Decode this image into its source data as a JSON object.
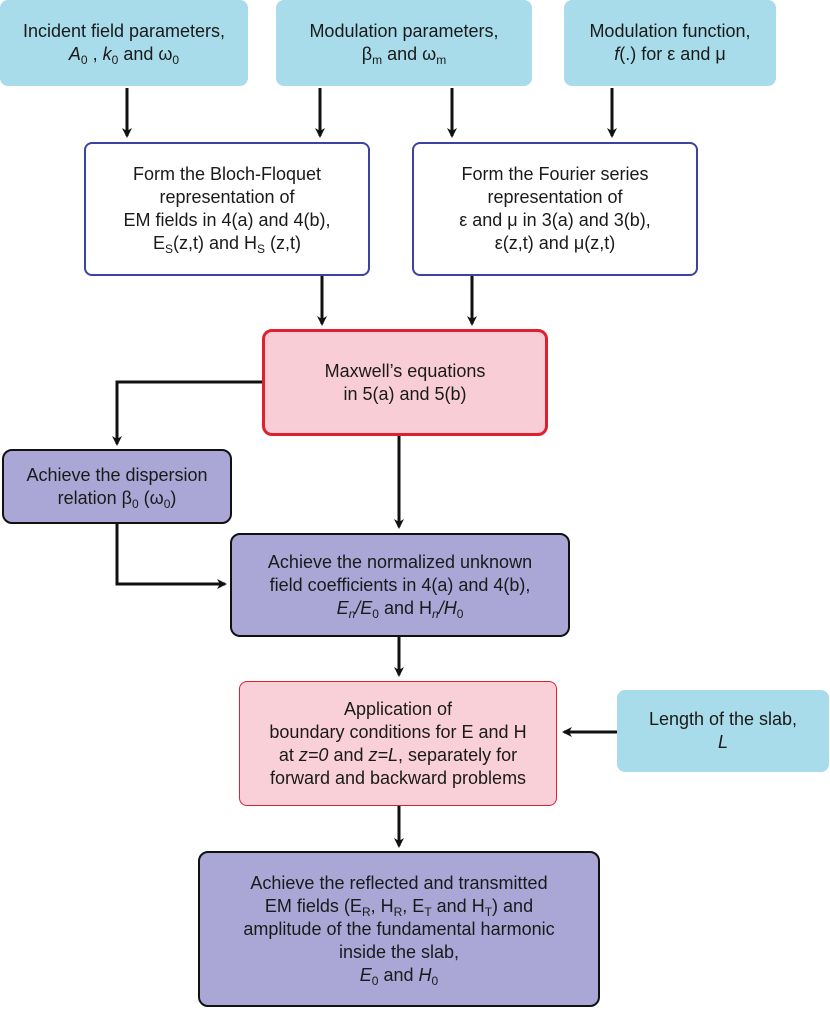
{
  "boxes": {
    "incident": {
      "line1": "Incident field parameters,",
      "a": "A",
      "sub0a": "0",
      "k": "k",
      "sub0b": "0",
      "and": " and ω",
      "sub0c": "0"
    },
    "modulation_params": {
      "line1": "Modulation parameters,",
      "beta": "β",
      "sub_m1": "m",
      "and": " and ω",
      "sub_m2": "m"
    },
    "modulation_function": {
      "line1": "Modulation function,",
      "f": "f",
      "rest": "(.) for ε and μ"
    },
    "bloch": {
      "line1": "Form the Bloch-Floquet",
      "line2": "representation of",
      "line3": "EM fields in 4(a) and 4(b),",
      "e": "E",
      "subS1": "S",
      "mid": "(z,t) and H",
      "subS2": "S",
      "end": " (z,t)"
    },
    "fourier": {
      "line1": "Form the Fourier series",
      "line2": "representation of",
      "line3": "ε and μ in 3(a) and 3(b),",
      "line4": "ε(z,t) and μ(z,t)"
    },
    "maxwell": {
      "line1": "Maxwell’s equations",
      "line2": "in 5(a) and 5(b)"
    },
    "dispersion": {
      "line1": "Achieve the dispersion",
      "rel": "relation β",
      "sub0a": "0",
      "mid": " (ω",
      "sub0b": "0",
      "end": ")"
    },
    "normalized": {
      "line1": "Achieve the normalized unknown",
      "line2": "field coefficients in 4(a) and 4(b),",
      "en": "E",
      "subn1": "n",
      "slash1": "/E",
      "sub01": "0",
      "and": " and H",
      "subn2": "n",
      "slash2": "/H",
      "sub02": "0"
    },
    "application": {
      "line1": "Application of",
      "line2": "boundary conditions for E and H",
      "at": "at ",
      "z0": "z=0",
      "and": " and ",
      "zL": "z=L",
      "rest": ", separately for",
      "line4": "forward and backward problems"
    },
    "length": {
      "line1": "Length of the slab,",
      "L": "L"
    },
    "final": {
      "line1": "Achieve the reflected and transmitted",
      "em": "EM fields (E",
      "subR1": "R",
      "c1": ", H",
      "subR2": "R",
      "c2": ", E",
      "subT1": "T",
      "c3": " and  H",
      "subT2": "T",
      "c4": ") and",
      "line3": "amplitude of the fundamental harmonic",
      "line4": "inside the slab,",
      "e0": "E",
      "sub01": "0",
      "and": " and ",
      "h0": "H",
      "sub02": "0"
    }
  }
}
